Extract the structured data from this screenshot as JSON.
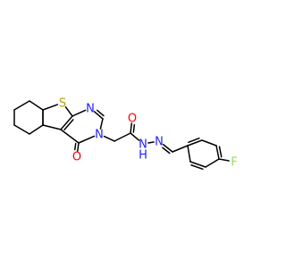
{
  "structure": {
    "atoms": [
      {
        "id": "S1",
        "label": "S",
        "color": "#b5a000"
      },
      {
        "id": "N_pyr",
        "label": "N",
        "color": "#1f1fff"
      },
      {
        "id": "N_ring",
        "label": "N",
        "color": "#1f1fff"
      },
      {
        "id": "O_ring",
        "label": "O",
        "color": "#ff0000"
      },
      {
        "id": "O_amide",
        "label": "O",
        "color": "#ff0000"
      },
      {
        "id": "NH",
        "label": "N",
        "color": "#1f1fff"
      },
      {
        "id": "H",
        "label": "H",
        "color": "#1f1fff"
      },
      {
        "id": "N_imine",
        "label": "N",
        "color": "#1f1fff"
      },
      {
        "id": "F",
        "label": "F",
        "color": "#90e050"
      }
    ],
    "bond_color": "#000000"
  }
}
